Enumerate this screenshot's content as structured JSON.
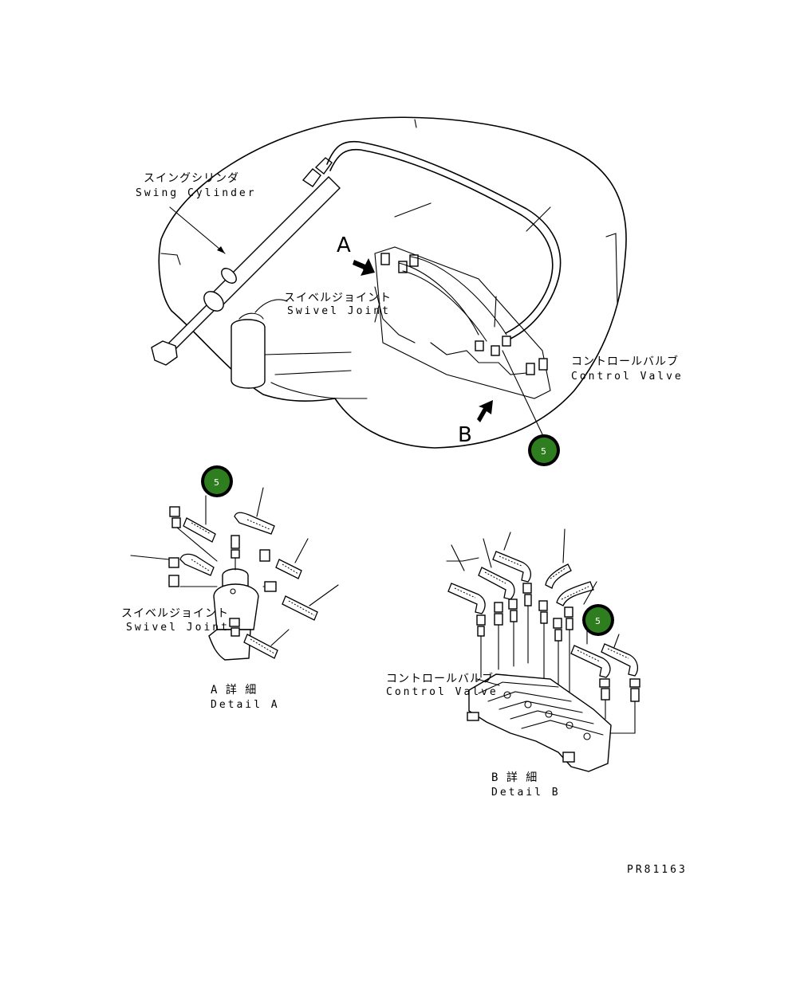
{
  "overview": {
    "swing_cylinder_jp": "スイングシリンダ",
    "swing_cylinder_en": "Swing Cylinder",
    "swivel_joint_jp": "スイベルジョイント",
    "swivel_joint_en": "Swivel Joint",
    "control_valve_jp": "コントロールバルブ",
    "control_valve_en": "Control Valve",
    "view_a": "A",
    "view_b": "B"
  },
  "callouts": [
    {
      "label": "5",
      "color": "#2e7d1e"
    },
    {
      "label": "5",
      "color": "#2e7d1e"
    },
    {
      "label": "5",
      "color": "#2e7d1e"
    }
  ],
  "detail_a": {
    "swivel_joint_jp": "スイベルジョイント",
    "swivel_joint_en": "Swivel Joint",
    "title_jp": "A 詳 細",
    "title_en": "Detail A"
  },
  "detail_b": {
    "control_valve_jp": "コントロールバルブ",
    "control_valve_en": "Control Valve",
    "title_jp": "B 詳 細",
    "title_en": "Detail B"
  },
  "drawing_id": "PR81163"
}
